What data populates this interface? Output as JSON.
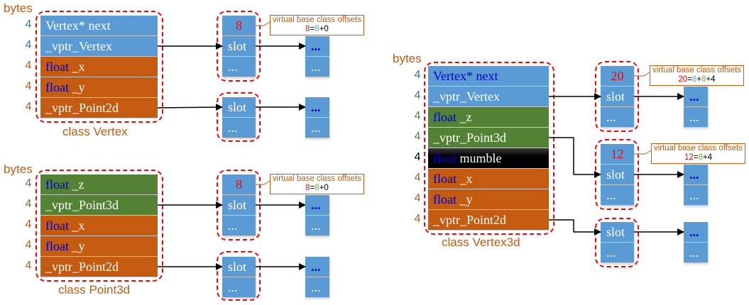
{
  "colors": {
    "blue": "#5b9bd5",
    "orange": "#c55a11",
    "green": "#548235",
    "black": "#000000",
    "keyword": "#0000c0",
    "red": "#ff0000",
    "offset_blue": "#5b9bd5",
    "offset_green": "#70ad47",
    "dashed": "#ff0000"
  },
  "diagrams": [
    {
      "bytes_label": "bytes",
      "caption": "class Vertex",
      "rows": [
        {
          "size": "4",
          "size_color": "#2e75b6",
          "bg": "blue",
          "parts": [
            {
              "t": "Vertex* next",
              "c": "#ffffff"
            }
          ]
        },
        {
          "size": "4",
          "size_color": "#2e75b6",
          "bg": "blue",
          "parts": [
            {
              "t": "_vptr_Vertex",
              "c": "#ffffff"
            }
          ]
        },
        {
          "size": "4",
          "size_color": "#c55a11",
          "bg": "orange",
          "parts": [
            {
              "t": "float",
              "c": "#0000c0"
            },
            {
              "t": " _x",
              "c": "#ffffff"
            }
          ]
        },
        {
          "size": "4",
          "size_color": "#c55a11",
          "bg": "orange",
          "parts": [
            {
              "t": "float",
              "c": "#0000c0"
            },
            {
              "t": " _y",
              "c": "#ffffff"
            }
          ]
        },
        {
          "size": "4",
          "size_color": "#c55a11",
          "bg": "orange",
          "parts": [
            {
              "t": "_vptr_Point2d",
              "c": "#ffffff"
            }
          ]
        }
      ],
      "vtables": [
        {
          "offset": "8",
          "slot": "slot",
          "more": "...",
          "note": "virtual base class offsets",
          "formula": [
            {
              "t": "8",
              "c": "#ff0000"
            },
            {
              "t": "=",
              "c": "#000000"
            },
            {
              "t": "8",
              "c": "#5b9bd5"
            },
            {
              "t": "+0",
              "c": "#000000"
            }
          ],
          "target": [
            "...",
            "..."
          ]
        },
        {
          "slot": "slot",
          "more": "...",
          "target": [
            "...",
            "..."
          ]
        }
      ]
    },
    {
      "bytes_label": "bytes",
      "caption": "class Point3d",
      "rows": [
        {
          "size": "4",
          "size_color": "#548235",
          "bg": "green",
          "parts": [
            {
              "t": "float",
              "c": "#0000c0"
            },
            {
              "t": " _z",
              "c": "#ffffff"
            }
          ]
        },
        {
          "size": "4",
          "size_color": "#548235",
          "bg": "green",
          "parts": [
            {
              "t": "_vptr_Point3d",
              "c": "#ffffff"
            }
          ]
        },
        {
          "size": "4",
          "size_color": "#c55a11",
          "bg": "orange",
          "parts": [
            {
              "t": "float",
              "c": "#0000c0"
            },
            {
              "t": " _x",
              "c": "#ffffff"
            }
          ]
        },
        {
          "size": "4",
          "size_color": "#c55a11",
          "bg": "orange",
          "parts": [
            {
              "t": "float",
              "c": "#0000c0"
            },
            {
              "t": " _y",
              "c": "#ffffff"
            }
          ]
        },
        {
          "size": "4",
          "size_color": "#c55a11",
          "bg": "orange",
          "parts": [
            {
              "t": "_vptr_Point2d",
              "c": "#ffffff"
            }
          ]
        }
      ],
      "vtables": [
        {
          "offset": "8",
          "slot": "slot",
          "more": "...",
          "note": "virtual base class offsets",
          "formula": [
            {
              "t": "8",
              "c": "#ff0000"
            },
            {
              "t": "=",
              "c": "#000000"
            },
            {
              "t": "8",
              "c": "#70ad47"
            },
            {
              "t": "+0",
              "c": "#000000"
            }
          ],
          "target": [
            "...",
            "..."
          ]
        },
        {
          "slot": "slot",
          "more": "...",
          "target": [
            "...",
            "..."
          ]
        }
      ]
    },
    {
      "bytes_label": "bytes",
      "caption": "class Vertex3d",
      "rows": [
        {
          "size": "4",
          "size_color": "#2e75b6",
          "bg": "blue",
          "parts": [
            {
              "t": "Vertex* next",
              "c": "#0000c0"
            }
          ]
        },
        {
          "size": "4",
          "size_color": "#2e75b6",
          "bg": "blue",
          "parts": [
            {
              "t": "_vptr_Vertex",
              "c": "#ffffff"
            }
          ]
        },
        {
          "size": "4",
          "size_color": "#548235",
          "bg": "green",
          "parts": [
            {
              "t": "float",
              "c": "#0000c0"
            },
            {
              "t": " _z",
              "c": "#ffffff"
            }
          ]
        },
        {
          "size": "4",
          "size_color": "#548235",
          "bg": "green",
          "parts": [
            {
              "t": "_vptr_Point3d",
              "c": "#ffffff"
            }
          ]
        },
        {
          "size": "4",
          "size_color": "#000000",
          "bg": "black",
          "parts": [
            {
              "t": "float",
              "c": "#0000c0"
            },
            {
              "t": " mumble",
              "c": "#ffffff"
            }
          ]
        },
        {
          "size": "4",
          "size_color": "#c55a11",
          "bg": "orange",
          "parts": [
            {
              "t": "float",
              "c": "#0000c0"
            },
            {
              "t": " _x",
              "c": "#ffffff"
            }
          ]
        },
        {
          "size": "4",
          "size_color": "#c55a11",
          "bg": "orange",
          "parts": [
            {
              "t": "float",
              "c": "#0000c0"
            },
            {
              "t": " _y",
              "c": "#ffffff"
            }
          ]
        },
        {
          "size": "4",
          "size_color": "#c55a11",
          "bg": "orange",
          "parts": [
            {
              "t": "_vptr_Point2d",
              "c": "#ffffff"
            }
          ]
        }
      ],
      "vtables": [
        {
          "offset": "20",
          "slot": "slot",
          "more": "...",
          "note": "virtual base class offsets",
          "formula": [
            {
              "t": "20",
              "c": "#ff0000"
            },
            {
              "t": "=",
              "c": "#000000"
            },
            {
              "t": "8",
              "c": "#5b9bd5"
            },
            {
              "t": "+",
              "c": "#000000"
            },
            {
              "t": "8",
              "c": "#70ad47"
            },
            {
              "t": "+4",
              "c": "#000000"
            }
          ],
          "target": [
            "...",
            "..."
          ]
        },
        {
          "offset": "12",
          "slot": "slot",
          "more": "...",
          "note": "virtual base class offsets",
          "formula": [
            {
              "t": "12",
              "c": "#ff0000"
            },
            {
              "t": "=",
              "c": "#000000"
            },
            {
              "t": "8",
              "c": "#70ad47"
            },
            {
              "t": "+4",
              "c": "#000000"
            }
          ],
          "target": [
            "...",
            "..."
          ]
        },
        {
          "slot": "slot",
          "more": "...",
          "target": [
            "...",
            "..."
          ]
        }
      ]
    }
  ]
}
